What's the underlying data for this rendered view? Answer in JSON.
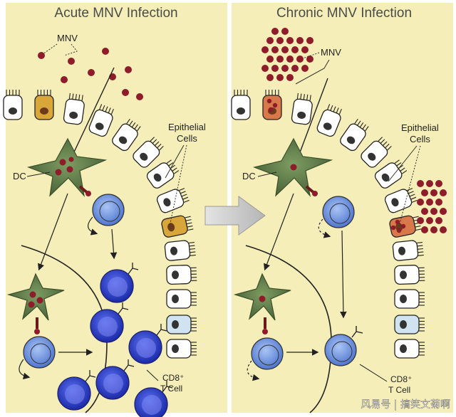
{
  "panels": {
    "acute": {
      "title": "Acute MNV Infection",
      "label_mnv": "MNV",
      "label_epithelial_line1": "Epithelial",
      "label_epithelial_line2": "Cells",
      "label_dc": "DC",
      "label_cd8_line1": "CD8⁺",
      "label_cd8_line2": "T Cell"
    },
    "chronic": {
      "title": "Chronic MNV Infection",
      "label_mnv": "MNV",
      "label_epithelial_line1": "Epithelial",
      "label_epithelial_line2": "Cells",
      "label_dc": "DC",
      "label_cd8_line1": "CD8⁺",
      "label_cd8_line2": "T Cell"
    }
  },
  "watermark": "风易号 | 搞笑文菊啊",
  "colors": {
    "panel_bg": "#f6eeb8",
    "virus": "#8e1c2a",
    "dc_fill": "#5c7a46",
    "tcell_light": "#6e95dc",
    "tcell_dark": "#2a3ec0",
    "infected_cell": "#d9a63a",
    "chronic_infected_cell": "#d9784a",
    "tuft_cell": "#cfe3f0",
    "arrow_gray": "#c9c9c9"
  }
}
